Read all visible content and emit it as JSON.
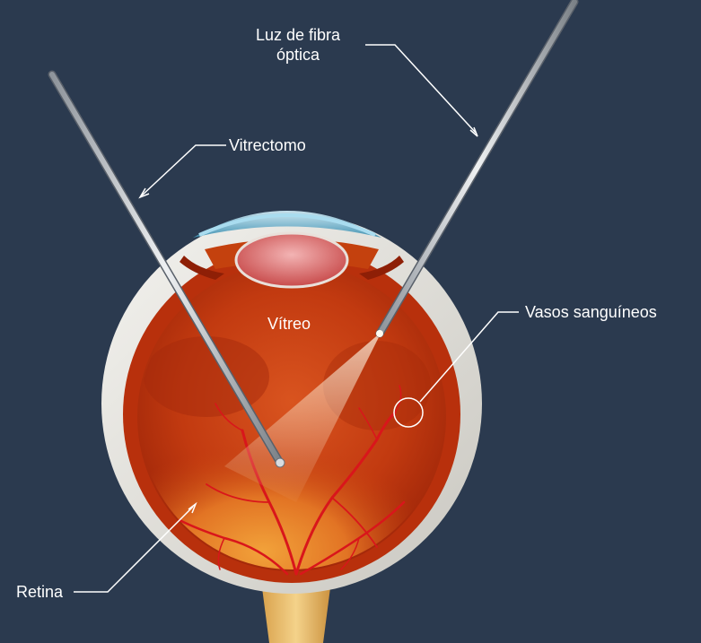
{
  "labels": {
    "fiber_light_line1": "Luz de fibra",
    "fiber_light_line2": "óptica",
    "vitrectomo": "Vitrectomo",
    "vitreo": "Vítreo",
    "vasos": "Vasos sanguíneos",
    "retina": "Retina"
  },
  "colors": {
    "background": "#2b3a4f",
    "sclera": "#e7e5df",
    "interior": "#c2320e",
    "vessel": "#d9161b",
    "instrument": "#c9cdd2",
    "callout_line": "#ffffff"
  },
  "icons": {
    "vitrectomy_probe": "vitrectomy-probe-icon",
    "fiber_light_probe": "fiber-light-probe-icon"
  }
}
